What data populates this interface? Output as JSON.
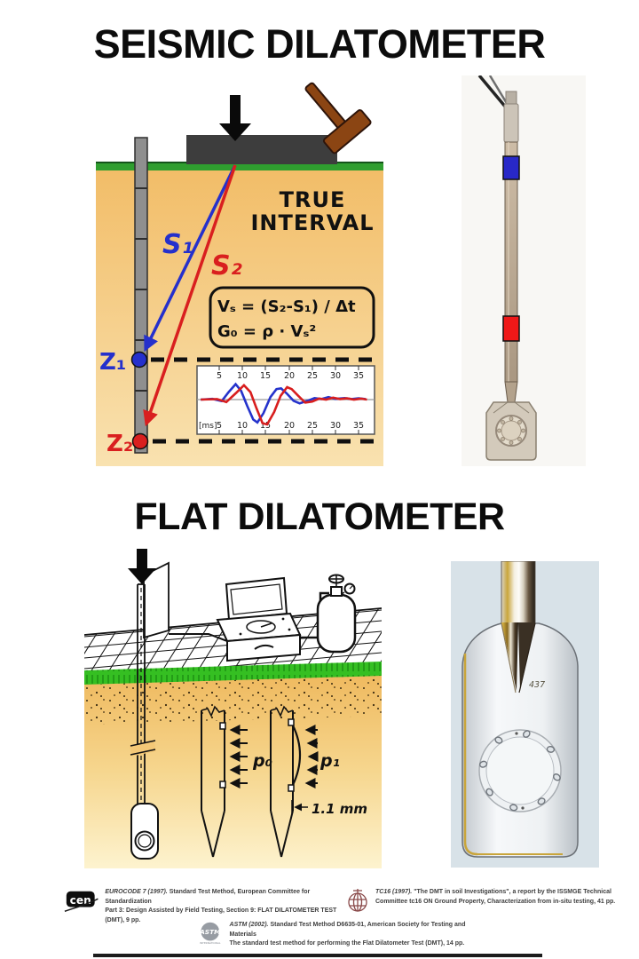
{
  "titles": {
    "seismic": "SEISMIC DILATOMETER",
    "flat": "FLAT DILATOMETER"
  },
  "seismic_diagram": {
    "true_interval_line1": "TRUE",
    "true_interval_line2": "INTERVAL",
    "ray_labels": {
      "s1": "S₁",
      "s2": "S₂"
    },
    "depth_labels": {
      "z1": "Z₁",
      "z2": "Z₂"
    },
    "formulas": {
      "vs": "Vₛ = (S₂-S₁) / Δt",
      "g0": "G₀ = ρ · Vₛ²"
    },
    "colors": {
      "s1_blue": "#2530cc",
      "s2_red": "#d91f1f",
      "soil": "#f2bd68",
      "grass": "#2f9e2f",
      "block": "#3d3d3d",
      "hammer_brown": "#8b4513",
      "marker_blue": "#2828c8",
      "marker_red": "#ee1818"
    }
  },
  "seismogram": {
    "type": "line",
    "unit_label": "[ms]",
    "ticks_top": [
      "5",
      "10",
      "15",
      "20",
      "25",
      "30",
      "35"
    ],
    "ticks_bottom": [
      "5",
      "10",
      "15",
      "20",
      "25",
      "30",
      "35"
    ],
    "x_range_ms": [
      0,
      37
    ],
    "series": [
      {
        "id": "z1",
        "name": "geophone Z1",
        "color": "#2533cc",
        "points": [
          [
            1,
            0
          ],
          [
            3.5,
            0.03
          ],
          [
            5.5,
            -0.06
          ],
          [
            7,
            0.3
          ],
          [
            8.5,
            0.62
          ],
          [
            9.7,
            0.35
          ],
          [
            11,
            -0.25
          ],
          [
            12.3,
            -0.8
          ],
          [
            13.2,
            -0.92
          ],
          [
            14.5,
            -0.55
          ],
          [
            16,
            0.1
          ],
          [
            17.3,
            0.42
          ],
          [
            18.3,
            0.45
          ],
          [
            19.5,
            0.25
          ],
          [
            21,
            -0.05
          ],
          [
            22.3,
            -0.15
          ],
          [
            24,
            -0.05
          ],
          [
            25.5,
            0.06
          ],
          [
            27,
            0.02
          ],
          [
            28.5,
            0.1
          ],
          [
            30,
            0.03
          ],
          [
            32,
            0.06
          ],
          [
            33.5,
            0.02
          ],
          [
            35,
            0.05
          ],
          [
            36.5,
            0.02
          ]
        ]
      },
      {
        "id": "z2",
        "name": "geophone Z2",
        "color": "#d81e1e",
        "points": [
          [
            1,
            0
          ],
          [
            4.5,
            0.02
          ],
          [
            6.5,
            -0.1
          ],
          [
            8.5,
            0.25
          ],
          [
            10.3,
            0.58
          ],
          [
            11.7,
            0.3
          ],
          [
            13,
            -0.35
          ],
          [
            14.3,
            -0.95
          ],
          [
            15.3,
            -1.0
          ],
          [
            16.8,
            -0.5
          ],
          [
            18.2,
            0.15
          ],
          [
            19.6,
            0.5
          ],
          [
            20.6,
            0.42
          ],
          [
            22,
            0.15
          ],
          [
            23.5,
            -0.12
          ],
          [
            25,
            -0.08
          ],
          [
            26.5,
            0.04
          ],
          [
            28,
            0.0
          ],
          [
            29.5,
            0.08
          ],
          [
            31,
            0.02
          ],
          [
            32.5,
            0.05
          ],
          [
            34,
            0.0
          ],
          [
            35.5,
            0.04
          ],
          [
            36.8,
            0.0
          ]
        ]
      }
    ]
  },
  "flat_drawing": {
    "labels": {
      "p0": "p₀",
      "p1": "p₁",
      "expansion": "1.1 mm"
    }
  },
  "flat_photo": {
    "blade_number": "437"
  },
  "references": [
    {
      "logo": "cen-logo",
      "logo_text": "cen",
      "name": "EUROCODE 7 (1997).",
      "line1": "Standard Test Method, European Committee for Standardization",
      "line2": "Part 3: Design Assisted by Field Testing, Section 9: FLAT DILATOMETER TEST (DMT), 9 pp."
    },
    {
      "logo": "issmge-logo",
      "name": "TC16 (1997).",
      "line1": "\"The DMT in soil Investigations\", a report by the ISSMGE Technical",
      "line2": "Committee tc16 ON Ground Property, Characterization from in-situ testing, 41 pp."
    },
    {
      "logo": "astm-logo",
      "logo_text": "ASTM",
      "logo_sub": "INTERNATIONAL",
      "name": "ASTM (2002).",
      "line1": "Standard Test Method D6635-01, American Society for Testing and Materials",
      "line2": "The standard test method for performing the Flat Dilatometer Test (DMT), 14 pp."
    }
  ]
}
